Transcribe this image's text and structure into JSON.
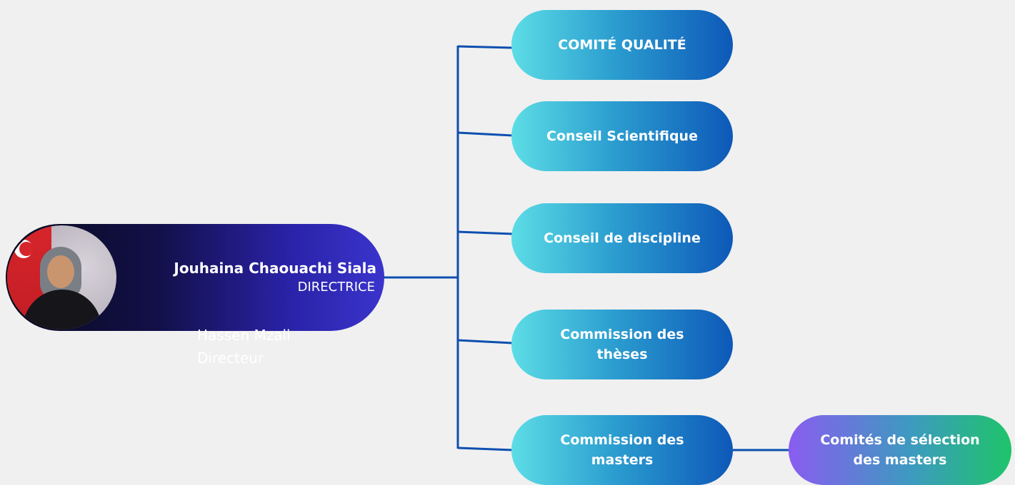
{
  "director": {
    "name": "Jouhaina Chaouachi Siala",
    "role": "DIRECTRICE",
    "ghost_name": "Hassen Mzali",
    "ghost_role": "Directeur"
  },
  "nodes": [
    {
      "label": "COMITÉ QUALITÉ"
    },
    {
      "label": "Conseil Scientifique"
    },
    {
      "label": "Conseil de discipline"
    },
    {
      "label": "Commission des thèses"
    },
    {
      "label": "Commission des masters"
    }
  ],
  "sub_node": {
    "label": "Comités de sélection des masters"
  },
  "colors": {
    "connector": "#0d4fb0",
    "node_gradient_start": "#5ddde6",
    "node_gradient_end": "#0d58b8",
    "director_gradient_start": "#0a0a1c",
    "director_gradient_end": "#3a34cc",
    "sub_node_gradient_start": "#8a5cf0",
    "sub_node_gradient_end": "#1ec46a",
    "background": "#f0f0f0"
  }
}
